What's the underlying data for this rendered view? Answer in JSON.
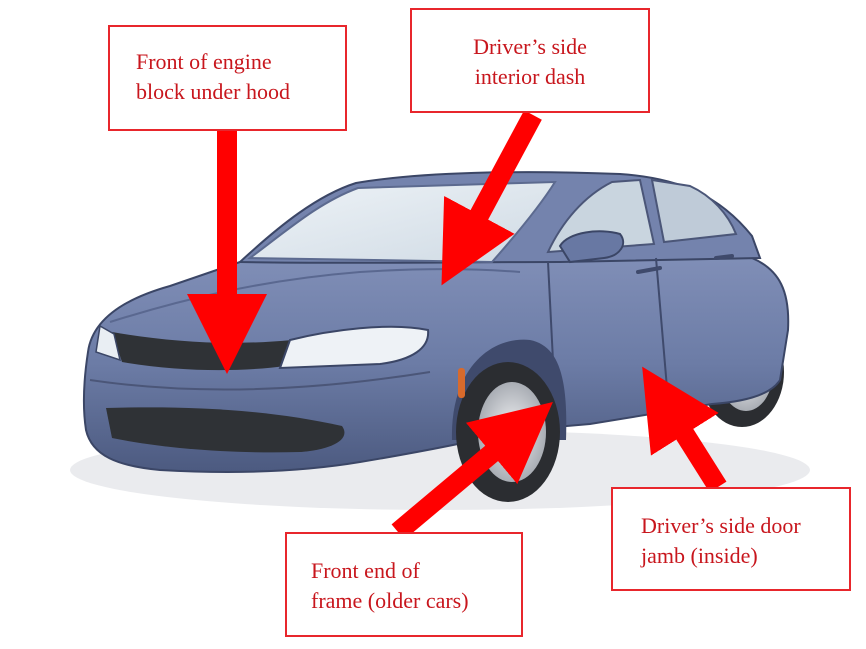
{
  "callouts": {
    "engine_block": {
      "line1": "Front of engine",
      "line2": "block under hood"
    },
    "dash": {
      "line1": "Driver’s side",
      "line2": "interior dash"
    },
    "frame": {
      "line1": "Front end of",
      "line2": "frame (older cars)"
    },
    "door_jamb": {
      "line1": "Driver’s side door",
      "line2": "jamb (inside)"
    }
  },
  "colors": {
    "arrow": "#ff0000",
    "callout_border": "#e8262c",
    "callout_text": "#c8161d",
    "car_body": "#6f7fa8",
    "car_body_dark": "#4b5a80",
    "glass": "#dfe8ee",
    "grille": "#2f3236",
    "tire": "#2b2d31"
  },
  "icons": {
    "vehicle": "sedan-illustration",
    "pointer": "red-arrow"
  }
}
